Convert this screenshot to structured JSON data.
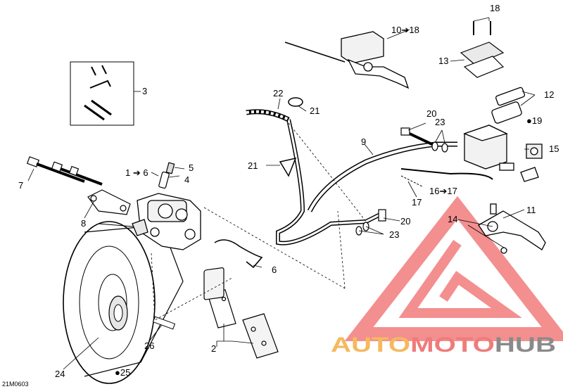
{
  "diagram": {
    "code": "21M0603",
    "callouts": {
      "c1": "1",
      "c1_target": "6",
      "c2": "2",
      "c3": "3",
      "c4": "4",
      "c5": "5",
      "c6": "6",
      "c7": "7",
      "c8": "8",
      "c9": "9",
      "c10": "10",
      "c10_target": "18",
      "c11": "11",
      "c12": "12",
      "c13": "13",
      "c14": "14",
      "c15": "15",
      "c16": "16",
      "c16_target": "17",
      "c17": "17",
      "c18": "18",
      "c19": "19",
      "c20a": "20",
      "c20b": "20",
      "c21a": "21",
      "c21b": "21",
      "c22": "22",
      "c23a": "23",
      "c23b": "23",
      "c24": "24",
      "c25": "25",
      "c26": "26"
    }
  },
  "watermark": {
    "part1": "AUTO",
    "part2": "MOTO",
    "part3": "HUB",
    "colors": {
      "auto": "#f5b95f",
      "moto": "#f07b7b",
      "hub": "#8a8a8a",
      "logo": "#f06a6a"
    }
  }
}
